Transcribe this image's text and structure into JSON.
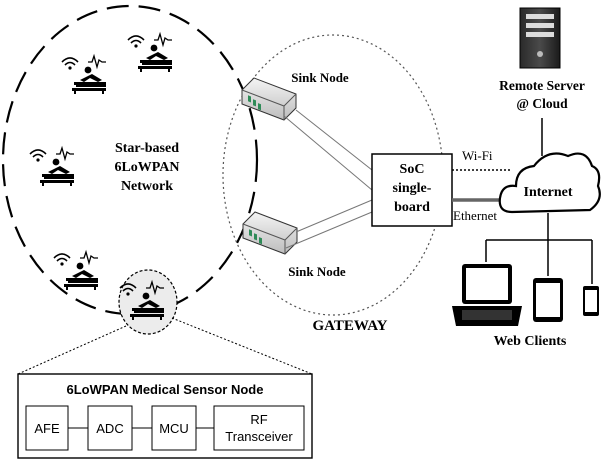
{
  "network": {
    "label_line1": "Star-based",
    "label_line2": "6LoWPAN",
    "label_line3": "Network"
  },
  "gateway": {
    "label": "GATEWAY",
    "sink_top": "Sink Node",
    "sink_bottom": "Sink Node",
    "soc_line1": "SoC",
    "soc_line2": "single-",
    "soc_line3": "board"
  },
  "links": {
    "wifi": "Wi-Fi",
    "ethernet": "Ethernet"
  },
  "cloud": {
    "label": "Internet"
  },
  "server": {
    "label_line1": "Remote Server",
    "label_line2": "@ Cloud"
  },
  "clients": {
    "label": "Web Clients"
  },
  "sensor_node": {
    "title": "6LoWPAN Medical Sensor Node",
    "blocks": [
      "AFE",
      "ADC",
      "MCU",
      "RF"
    ],
    "rf_line2": "Transceiver"
  }
}
